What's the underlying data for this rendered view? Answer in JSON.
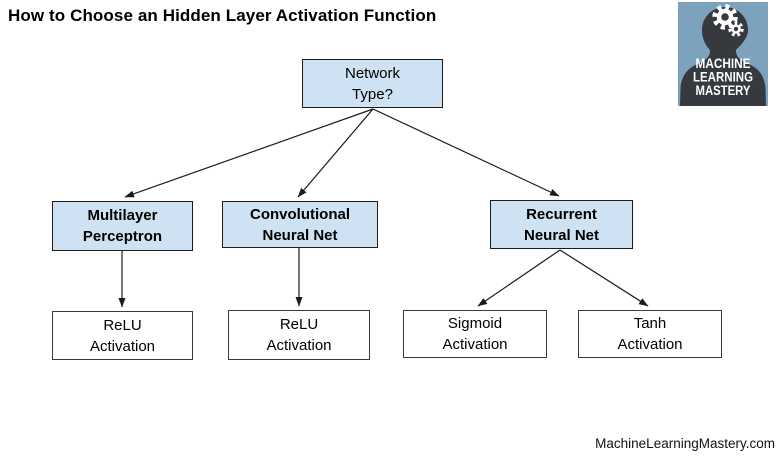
{
  "title": "How to Choose an Hidden Layer Activation Function",
  "footer": "MachineLearningMastery.com",
  "logo": {
    "lines": [
      "MACHINE",
      "LEARNING",
      "MASTERY"
    ],
    "colors": {
      "background": "#7da2bd",
      "silhouette": "#36393e",
      "gears": "#ffffff",
      "text": "#ffffff"
    }
  },
  "colors": {
    "decision_node_fill": "#cfe2f3",
    "leaf_node_fill": "#ffffff",
    "node_border": "#1c1c1c",
    "arrow": "#1a1a1a",
    "title_text": "#000000"
  },
  "diagram": {
    "nodes": [
      {
        "id": "network-type",
        "label": "Network\nType?"
      },
      {
        "id": "multilayer-perceptron",
        "label": "Multilayer\nPerceptron"
      },
      {
        "id": "convolutional-neural-net",
        "label": "Convolutional\nNeural Net"
      },
      {
        "id": "recurrent-neural-net",
        "label": "Recurrent\nNeural Net"
      },
      {
        "id": "relu-activation-mlp",
        "label": "ReLU\nActivation"
      },
      {
        "id": "relu-activation-cnn",
        "label": "ReLU\nActivation"
      },
      {
        "id": "sigmoid-activation",
        "label": "Sigmoid\nActivation"
      },
      {
        "id": "tanh-activation",
        "label": "Tanh\nActivation"
      }
    ],
    "edges": [
      {
        "from": "network-type",
        "to": "multilayer-perceptron"
      },
      {
        "from": "network-type",
        "to": "convolutional-neural-net"
      },
      {
        "from": "network-type",
        "to": "recurrent-neural-net"
      },
      {
        "from": "multilayer-perceptron",
        "to": "relu-activation-mlp"
      },
      {
        "from": "convolutional-neural-net",
        "to": "relu-activation-cnn"
      },
      {
        "from": "recurrent-neural-net",
        "to": "sigmoid-activation"
      },
      {
        "from": "recurrent-neural-net",
        "to": "tanh-activation"
      }
    ]
  }
}
